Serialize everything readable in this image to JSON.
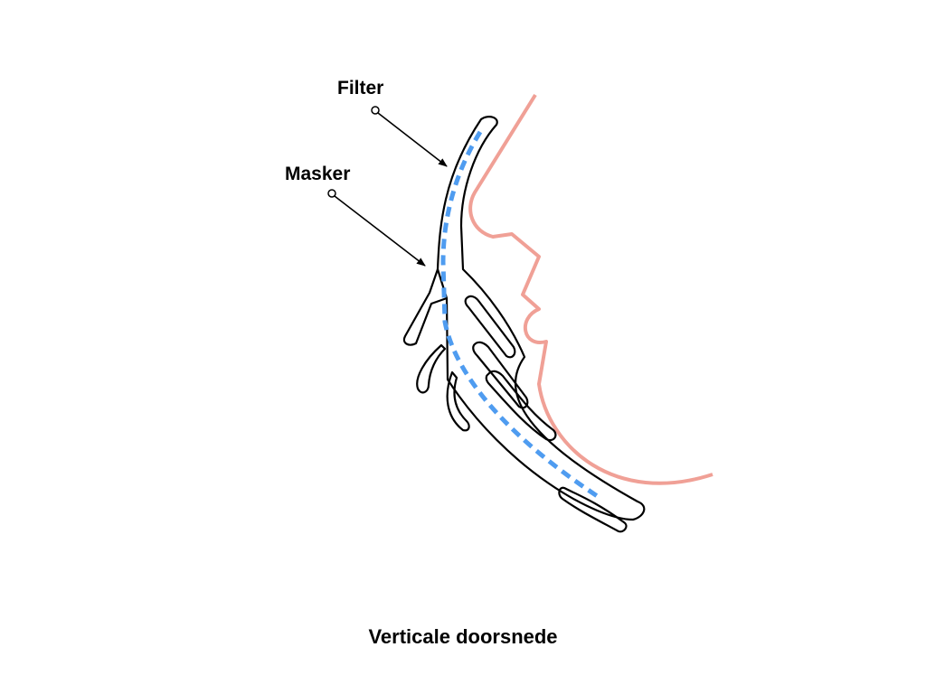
{
  "labels": {
    "filter": "Filter",
    "masker": "Masker"
  },
  "caption": "Verticale doorsnede",
  "colors": {
    "face": "#f0a096",
    "filter": "#4f9cf0",
    "mask": "#000000"
  }
}
